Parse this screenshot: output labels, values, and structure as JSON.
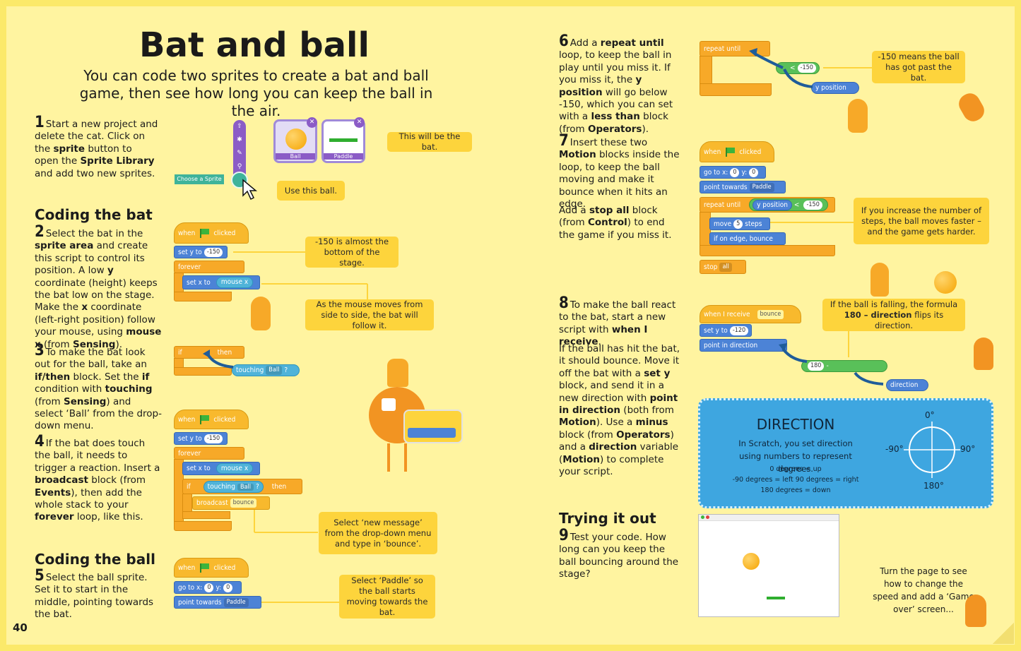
{
  "title": "Bat and ball",
  "intro": "You can code two sprites to create a bat and ball game, then see how long you can keep the ball in the air.",
  "page_number": "40",
  "step1": {
    "num": "1",
    "parts": [
      "Start a new project and delete the cat. Click on the ",
      "sprite",
      " button to open the ",
      "Sprite Library",
      " and add two new sprites."
    ]
  },
  "heading_bat": "Coding the bat",
  "step2": {
    "num": "2",
    "parts": [
      "Select the bat in the ",
      "sprite area",
      " and create this script to control its position. A low ",
      "y",
      " coordinate (height) keeps the bat low on the stage. Make the ",
      "x",
      " coordinate (left-right position) follow your mouse, using ",
      "mouse x",
      " (from ",
      "Sensing",
      ")."
    ]
  },
  "step3": {
    "num": "3",
    "parts": [
      "To make the bat look out for the ball, take an ",
      "if/then",
      " block. Set the ",
      "if",
      " condition with ",
      "touching",
      " (from ",
      "Sensing",
      ") and select ‘Ball’ from the drop-down menu."
    ]
  },
  "step4": {
    "num": "4",
    "parts": [
      "If the bat does touch the ball, it needs to trigger a reaction. Insert a ",
      "broadcast",
      " block (from ",
      "Events",
      "), then add the whole stack to your ",
      "forever",
      " loop, like this."
    ]
  },
  "heading_ball": "Coding the ball",
  "step5": {
    "num": "5",
    "parts": [
      "Select the ball sprite. Set it to start in the middle, pointing towards the bat."
    ]
  },
  "step6": {
    "num": "6",
    "parts": [
      "Add a ",
      "repeat until",
      " loop, to keep the ball in play until you miss it. If you miss it, the ",
      "y position",
      " will go below -150, which you can set with a ",
      "less than",
      " block (from ",
      "Operators",
      ")."
    ]
  },
  "step7": {
    "num": "7",
    "parts": [
      "Insert these two ",
      "Motion",
      " blocks inside the loop, to keep the ball moving and make it bounce when it hits an edge."
    ]
  },
  "step7b": {
    "parts": [
      "Add a ",
      "stop all",
      " block (from ",
      "Control",
      ") to end the game if you miss it."
    ]
  },
  "step8": {
    "num": "8",
    "parts": [
      "To make the ball react to the bat, start a new script with ",
      "when I receive",
      "."
    ]
  },
  "step8b": {
    "parts": [
      "If the ball has hit the bat, it should bounce. Move it off the bat with a ",
      "set y",
      " block, and send it in a new direction with ",
      "point in direction",
      " (both from ",
      "Motion",
      "). Use a ",
      "minus",
      " block (from ",
      "Operators",
      ") and a ",
      "direction",
      " variable (",
      "Motion",
      ") to complete your script."
    ]
  },
  "heading_try": "Trying it out",
  "step9": {
    "num": "9",
    "parts": [
      "Test your code. How long can you keep the ball bouncing around the stage?"
    ]
  },
  "turn_page": "Turn the page to see how to change the speed and add a ‘Game over’ screen...",
  "sprite_menu": {
    "label": "Choose a Sprite"
  },
  "sprites": {
    "ball": "Ball",
    "paddle": "Paddle"
  },
  "callouts": {
    "bat": "This will be the bat.",
    "ball": "Use this ball.",
    "almost_bottom": "-150 is almost the bottom of the stage.",
    "mouse_follow": "As the mouse moves from side to side, the bat will follow it.",
    "new_message": "Select ‘new message’ from the drop-down menu and type in ‘bounce’.",
    "paddle_towards": "Select ‘Paddle’ so the ball starts moving towards the bat.",
    "past_bat": "-150 means the ball has got past the bat.",
    "steps_faster": "If you increase the number of steps, the ball moves faster – and the game gets harder.",
    "falling_prefix": "If the ball is falling, the formula ",
    "falling_bold": "180 – direction",
    "falling_suffix": " flips its direction."
  },
  "blocks": {
    "when": "when",
    "clicked": "clicked",
    "set_y_to": "set y to",
    "val_neg150": "-150",
    "val_neg120": "-120",
    "forever": "forever",
    "set_x_to": "set x to",
    "mouse_x": "mouse x",
    "if": "if",
    "then": "then",
    "touching": "touching",
    "ball_opt": "Ball",
    "q": "?",
    "broadcast": "broadcast",
    "bounce": "bounce",
    "go_to_x": "go to x:",
    "zero": "0",
    "y_colon": "y:",
    "point_towards": "point towards",
    "paddle_opt": "Paddle",
    "repeat_until": "repeat until",
    "lt": "<",
    "y_position": "y position",
    "move": "move",
    "five": "5",
    "steps": "steps",
    "if_on_edge": "if on edge, bounce",
    "stop": "stop",
    "all": "all",
    "when_i_receive": "when I receive",
    "point_in_direction": "point in direction",
    "one80": "180",
    "minus": "-",
    "direction": "direction"
  },
  "direction_box": {
    "title": "DIRECTION",
    "text": "In Scratch, you set direction using numbers to represent degrees.",
    "line1": "0 degrees = up",
    "line2": "-90 degrees = left  90 degrees = right",
    "line3": "180 degrees = down",
    "deg_top": "0°",
    "deg_left": "-90°",
    "deg_right": "90°",
    "deg_bottom": "180°"
  },
  "colors": {
    "background": "#fff4a0",
    "border": "#fbe96a",
    "callout": "#fdd43c",
    "events": "#f8b92d",
    "motion": "#4c83d6",
    "operators": "#59c059",
    "sensing": "#4fb3d9",
    "direction_box": "#3ea6e0"
  }
}
